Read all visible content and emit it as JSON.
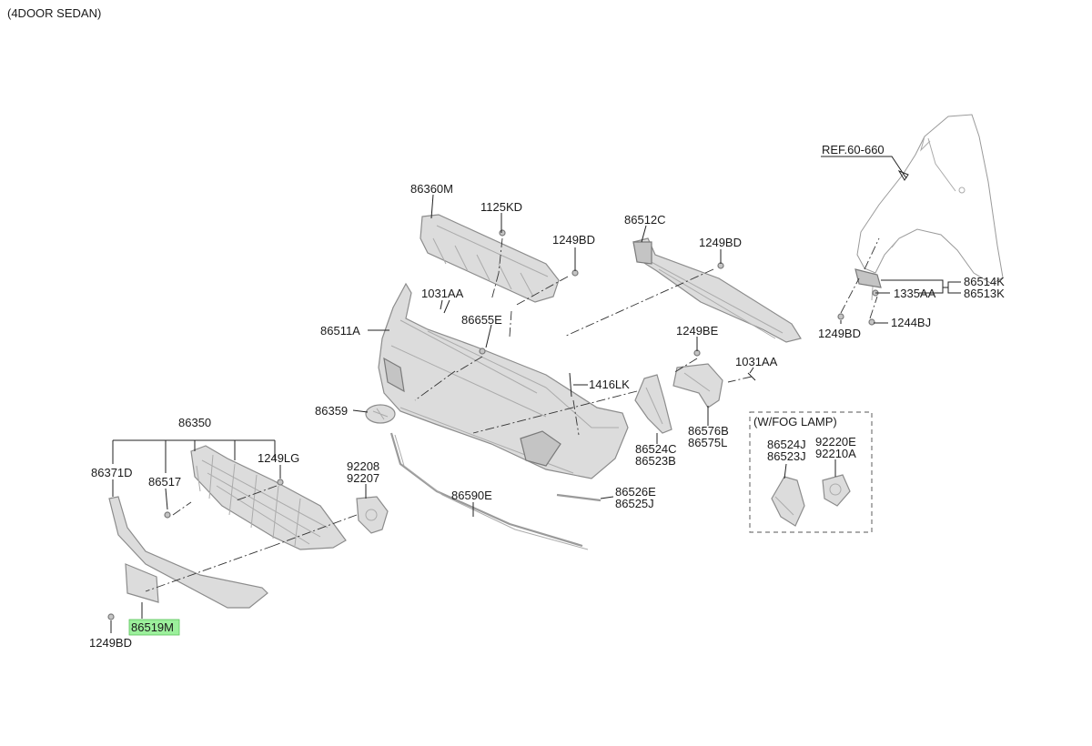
{
  "variant_title": "(4DOOR SEDAN)",
  "ref_note": "REF.60-660",
  "fog_lamp_box_title": "(W/FOG LAMP)",
  "highlighted_part": "86519M",
  "labels": {
    "p86360M": "86360M",
    "p1125KD": "1125KD",
    "p1249BD_a": "1249BD",
    "p86512C": "86512C",
    "p1249BD_b": "1249BD",
    "p1031AA_a": "1031AA",
    "p86655E": "86655E",
    "p86511A": "86511A",
    "p1249BE": "1249BE",
    "p1031AA_b": "1031AA",
    "p1416LK": "1416LK",
    "p86359": "86359",
    "p86350": "86350",
    "p86371D": "86371D",
    "p86517": "86517",
    "p1249LG": "1249LG",
    "p92208": "92208",
    "p92207": "92207",
    "p86590E": "86590E",
    "p86526E": "86526E",
    "p86525J": "86525J",
    "p86524C": "86524C",
    "p86523B": "86523B",
    "p86576B": "86576B",
    "p86575L": "86575L",
    "p86524J": "86524J",
    "p86523J": "86523J",
    "p92220E": "92220E",
    "p92210A": "92210A",
    "p86514K": "86514K",
    "p86513K": "86513K",
    "p1335AA": "1335AA",
    "p1244BJ": "1244BJ",
    "p1249BD_c": "1249BD",
    "p86519M": "86519M",
    "p1249BD_d": "1249BD"
  }
}
